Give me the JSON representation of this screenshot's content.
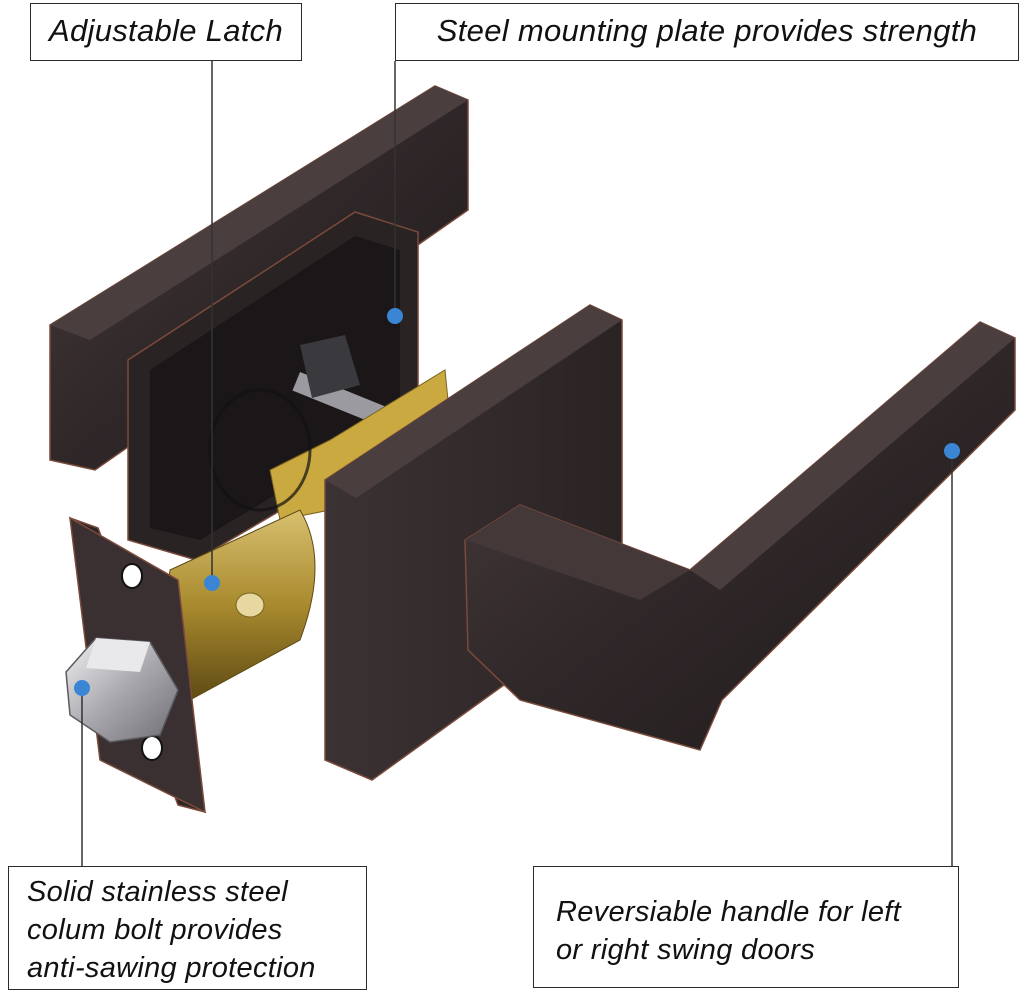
{
  "callouts": {
    "latch": "Adjustable Latch",
    "plate": "Steel mounting plate provides strength",
    "bolt": [
      "Solid stainless steel",
      "colum bolt provides",
      "anti-sawing protection"
    ],
    "handle": [
      "Reversiable handle for left",
      "or right swing doors"
    ]
  },
  "colors": {
    "bronze_dark": "#2a2426",
    "bronze_mid": "#3d3334",
    "bronze_edge": "#7a4a3a",
    "brass": "#b59a3c",
    "chrome": "#c8c8cc",
    "marker_dot": "#3a86d4"
  },
  "image": {
    "subject": "door-lever-lock-illustration"
  }
}
